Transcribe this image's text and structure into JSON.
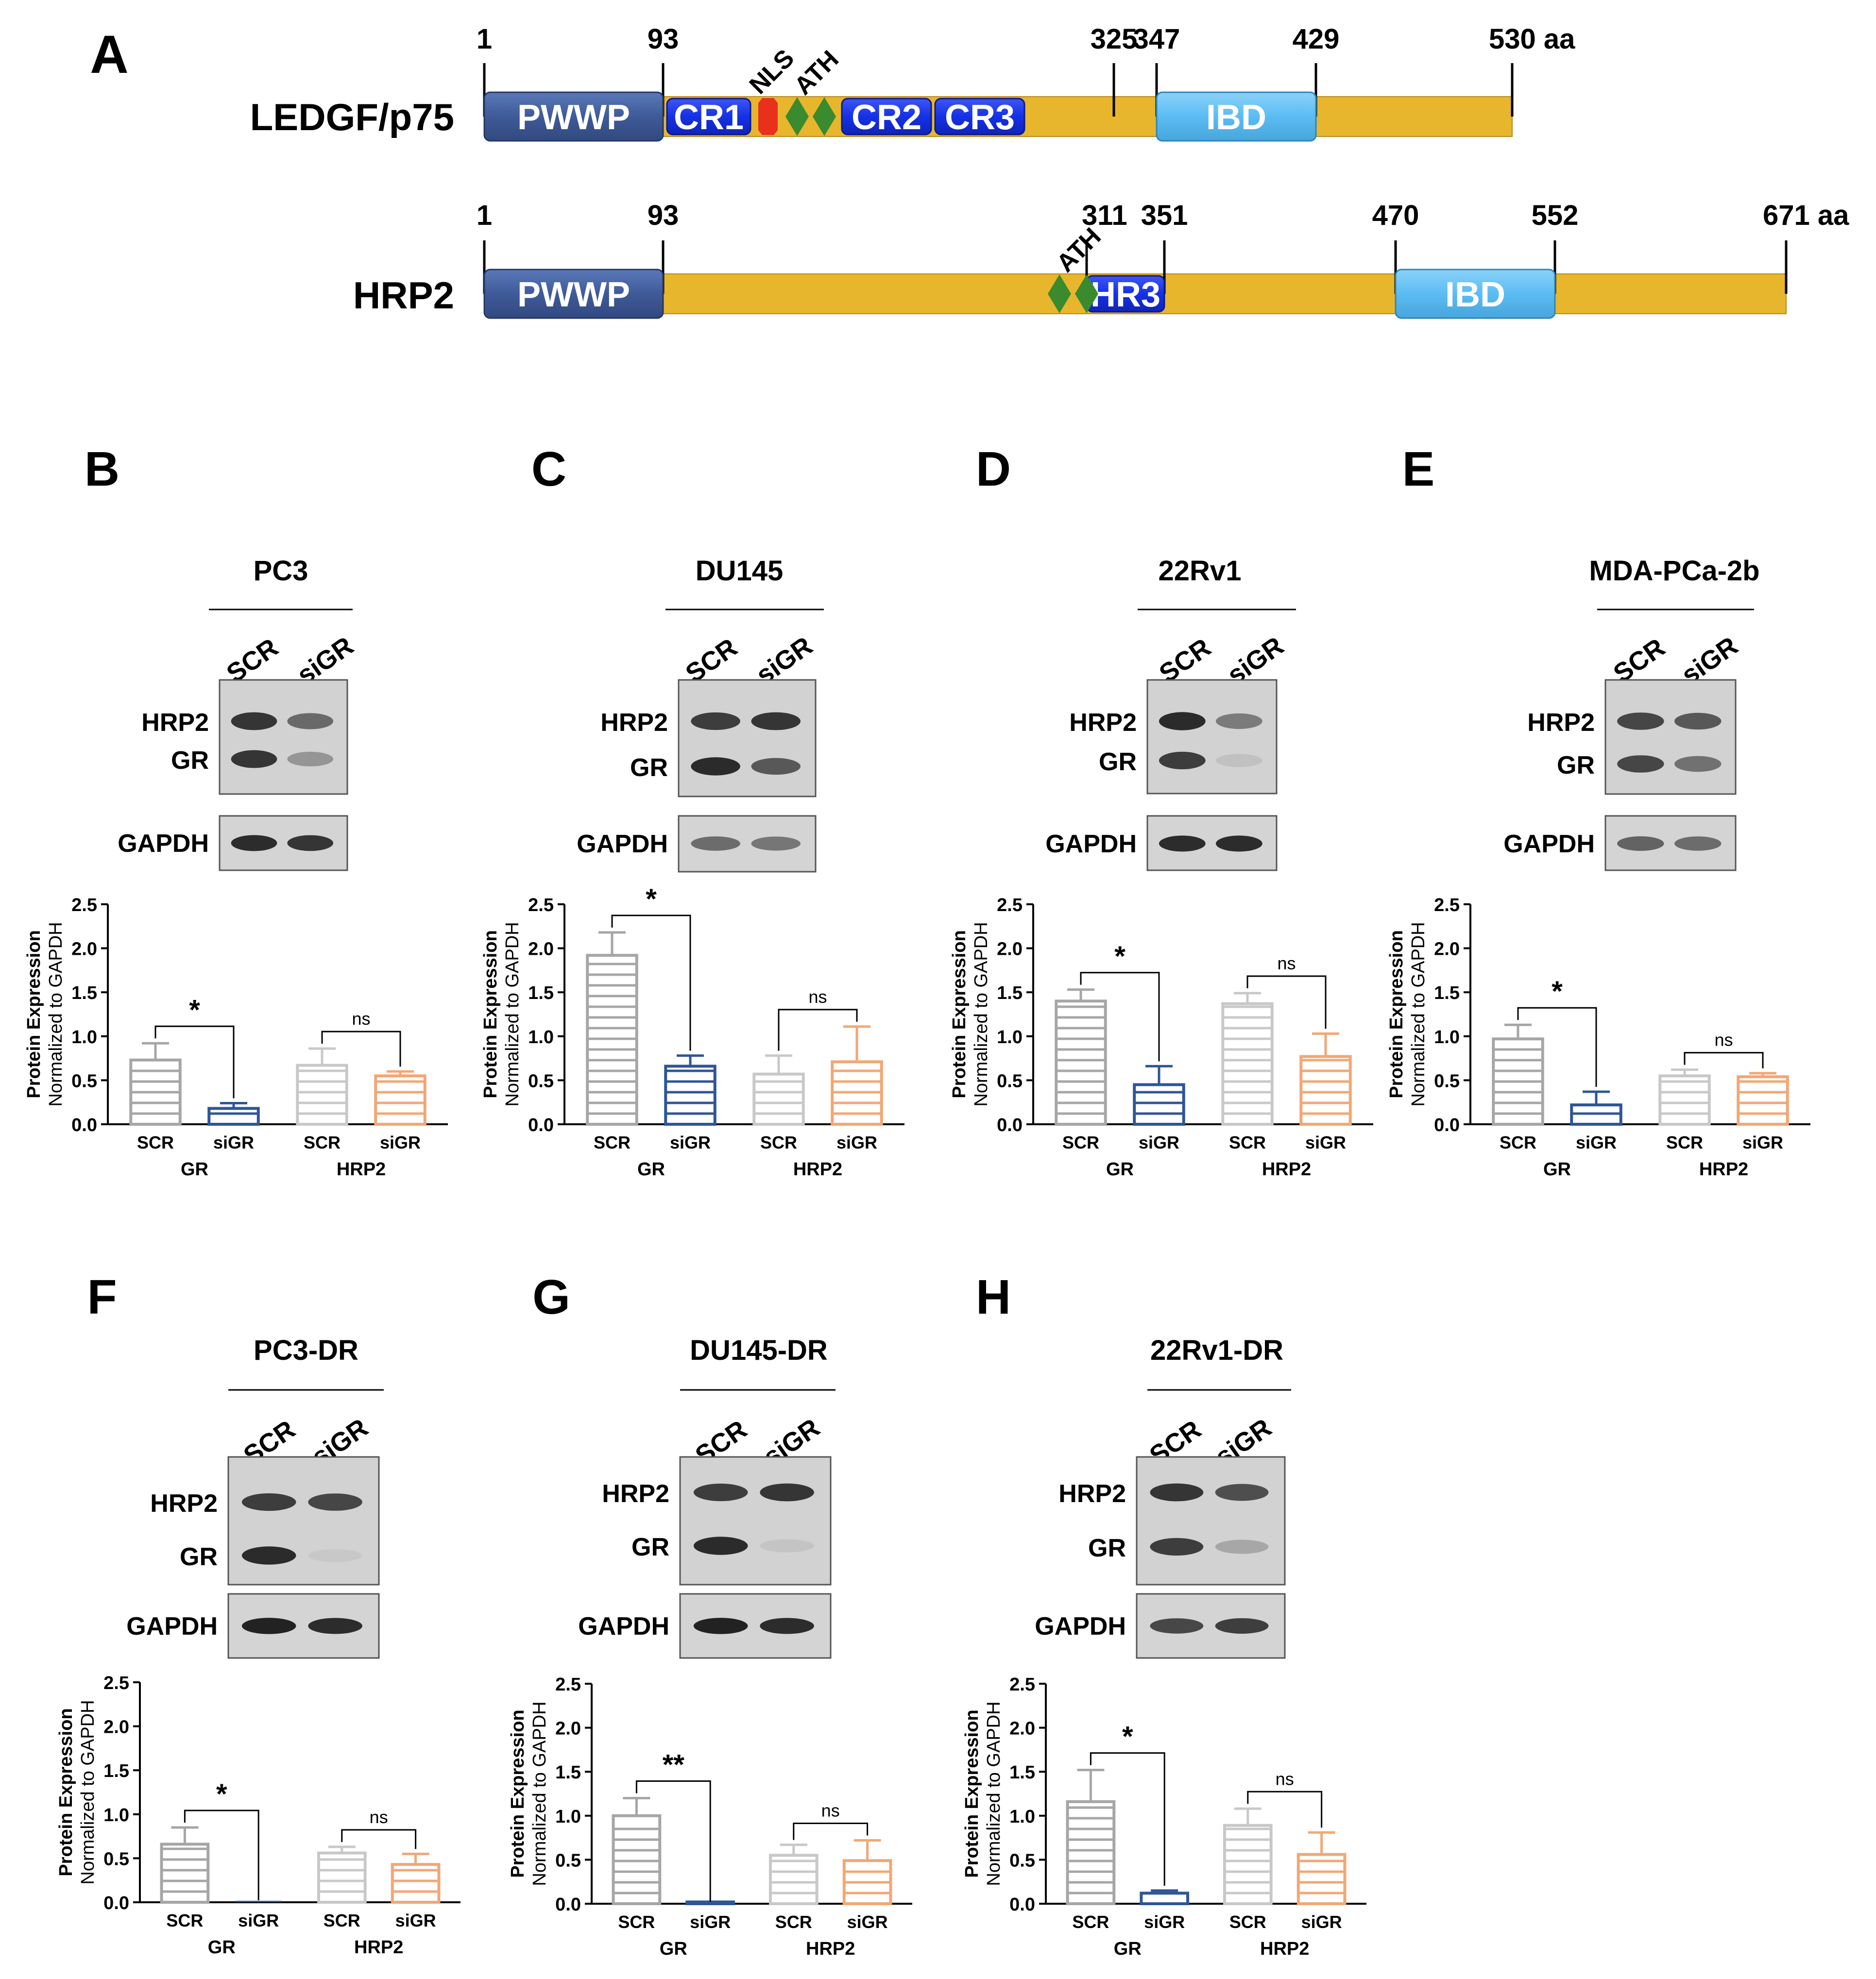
{
  "panel_a": {
    "letter": "A",
    "proteins": [
      {
        "name": "LEDGF/p75",
        "length": 530,
        "end_label": "530 aa",
        "positions": [
          {
            "label": "1",
            "aa": 1
          },
          {
            "label": "93",
            "aa": 93
          },
          {
            "label": "325",
            "aa": 325
          },
          {
            "label": "347",
            "aa": 347
          },
          {
            "label": "429",
            "aa": 429
          }
        ],
        "domains": [
          {
            "label": "PWWP",
            "start": 1,
            "end": 93,
            "kind": "pwwp"
          },
          {
            "label": "CR1",
            "start": 95,
            "end": 138,
            "kind": "cr"
          },
          {
            "label": "CR2",
            "start": 185,
            "end": 231,
            "kind": "cr"
          },
          {
            "label": "CR3",
            "start": 233,
            "end": 279,
            "kind": "cr"
          },
          {
            "label": "IBD",
            "start": 347,
            "end": 429,
            "kind": "ibd"
          }
        ],
        "motifs": [
          {
            "label": "NLS",
            "aa": 147,
            "kind": "nls"
          },
          {
            "label": "ATH",
            "aa": 162,
            "kind": "ath"
          }
        ]
      },
      {
        "name": "HRP2",
        "length": 671,
        "end_label": "671 aa",
        "positions": [
          {
            "label": "1",
            "aa": 1
          },
          {
            "label": "93",
            "aa": 93
          },
          {
            "label": "311",
            "aa": 311
          },
          {
            "label": "351",
            "aa": 351
          },
          {
            "label": "470",
            "aa": 470
          },
          {
            "label": "552",
            "aa": 552
          }
        ],
        "domains": [
          {
            "label": "PWWP",
            "start": 1,
            "end": 93,
            "kind": "pwwp"
          },
          {
            "label": "HR3",
            "start": 311,
            "end": 351,
            "kind": "cr"
          },
          {
            "label": "IBD",
            "start": 470,
            "end": 552,
            "kind": "ibd"
          }
        ],
        "motifs": [
          {
            "label": "ATH",
            "aa": 297,
            "kind": "ath"
          }
        ]
      }
    ],
    "colors": {
      "backbone": "#E8B62C",
      "pwwp": "#3F5A99",
      "cr": "#1531E6",
      "ibd": "#5BBCF4",
      "nls": "#E8301C",
      "ath": "#3A8A2E"
    }
  },
  "blots": {
    "lane_labels": [
      "SCR",
      "siGR"
    ],
    "band_labels": [
      "HRP2",
      "GR"
    ],
    "loading_label": "GAPDH"
  },
  "chart_data": [
    {
      "panel": "B",
      "cell_line": "PC3",
      "type": "bar",
      "categories": [
        "SCR",
        "siGR",
        "SCR",
        "siGR"
      ],
      "groups": [
        "GR",
        "HRP2"
      ],
      "values": [
        0.73,
        0.18,
        0.67,
        0.55
      ],
      "errors": [
        0.19,
        0.06,
        0.19,
        0.05
      ],
      "significance": [
        {
          "pair": [
            0,
            1
          ],
          "label": "*"
        },
        {
          "pair": [
            2,
            3
          ],
          "label": "ns"
        }
      ],
      "ylabel": [
        "Protein Expression",
        "Normalized to GAPDH"
      ],
      "ylim": [
        0,
        2.5
      ],
      "yticks": [
        "0.0",
        "0.5",
        "1.0",
        "1.5",
        "2.0",
        "2.5"
      ],
      "grid": false
    },
    {
      "panel": "C",
      "cell_line": "DU145",
      "type": "bar",
      "categories": [
        "SCR",
        "siGR",
        "SCR",
        "siGR"
      ],
      "groups": [
        "GR",
        "HRP2"
      ],
      "values": [
        1.92,
        0.66,
        0.57,
        0.71
      ],
      "errors": [
        0.26,
        0.12,
        0.21,
        0.4
      ],
      "significance": [
        {
          "pair": [
            0,
            1
          ],
          "label": "*"
        },
        {
          "pair": [
            2,
            3
          ],
          "label": "ns"
        }
      ],
      "ylabel": [
        "Protein Expression",
        "Normalized to GAPDH"
      ],
      "ylim": [
        0,
        2.5
      ],
      "yticks": [
        "0.0",
        "0.5",
        "1.0",
        "1.5",
        "2.0",
        "2.5"
      ],
      "grid": false
    },
    {
      "panel": "D",
      "cell_line": "22Rv1",
      "type": "bar",
      "categories": [
        "SCR",
        "siGR",
        "SCR",
        "siGR"
      ],
      "groups": [
        "GR",
        "HRP2"
      ],
      "values": [
        1.4,
        0.45,
        1.37,
        0.77
      ],
      "errors": [
        0.13,
        0.21,
        0.12,
        0.26
      ],
      "significance": [
        {
          "pair": [
            0,
            1
          ],
          "label": "*"
        },
        {
          "pair": [
            2,
            3
          ],
          "label": "ns"
        }
      ],
      "ylabel": [
        "Protein Expression",
        "Normalized to GAPDH"
      ],
      "ylim": [
        0,
        2.5
      ],
      "yticks": [
        "0.0",
        "0.5",
        "1.0",
        "1.5",
        "2.0",
        "2.5"
      ],
      "grid": false
    },
    {
      "panel": "E",
      "cell_line": "MDA-PCa-2b",
      "type": "bar",
      "categories": [
        "SCR",
        "siGR",
        "SCR",
        "siGR"
      ],
      "groups": [
        "GR",
        "HRP2"
      ],
      "values": [
        0.97,
        0.22,
        0.55,
        0.54
      ],
      "errors": [
        0.16,
        0.15,
        0.07,
        0.04
      ],
      "significance": [
        {
          "pair": [
            0,
            1
          ],
          "label": "*"
        },
        {
          "pair": [
            2,
            3
          ],
          "label": "ns"
        }
      ],
      "ylabel": [
        "Protein Expression",
        "Normalized to GAPDH"
      ],
      "ylim": [
        0,
        2.5
      ],
      "yticks": [
        "0.0",
        "0.5",
        "1.0",
        "1.5",
        "2.0",
        "2.5"
      ],
      "grid": false
    },
    {
      "panel": "F",
      "cell_line": "PC3-DR",
      "type": "bar",
      "categories": [
        "SCR",
        "siGR",
        "SCR",
        "siGR"
      ],
      "groups": [
        "GR",
        "HRP2"
      ],
      "values": [
        0.66,
        0.0,
        0.56,
        0.43
      ],
      "errors": [
        0.19,
        0.0,
        0.07,
        0.12
      ],
      "significance": [
        {
          "pair": [
            0,
            1
          ],
          "label": "*"
        },
        {
          "pair": [
            2,
            3
          ],
          "label": "ns"
        }
      ],
      "ylabel": [
        "Protein Expression",
        "Normalized to GAPDH"
      ],
      "ylim": [
        0,
        2.5
      ],
      "yticks": [
        "0.0",
        "0.5",
        "1.0",
        "1.5",
        "2.0",
        "2.5"
      ],
      "grid": false
    },
    {
      "panel": "G",
      "cell_line": "DU145-DR",
      "type": "bar",
      "categories": [
        "SCR",
        "siGR",
        "SCR",
        "siGR"
      ],
      "groups": [
        "GR",
        "HRP2"
      ],
      "values": [
        1.0,
        0.02,
        0.55,
        0.49
      ],
      "errors": [
        0.2,
        0.0,
        0.12,
        0.23
      ],
      "significance": [
        {
          "pair": [
            0,
            1
          ],
          "label": "**"
        },
        {
          "pair": [
            2,
            3
          ],
          "label": "ns"
        }
      ],
      "ylabel": [
        "Protein Expression",
        "Normalized to GAPDH"
      ],
      "ylim": [
        0,
        2.5
      ],
      "yticks": [
        "0.0",
        "0.5",
        "1.0",
        "1.5",
        "2.0",
        "2.5"
      ],
      "grid": false
    },
    {
      "panel": "H",
      "cell_line": "22Rv1-DR",
      "type": "bar",
      "categories": [
        "SCR",
        "siGR",
        "SCR",
        "siGR"
      ],
      "groups": [
        "GR",
        "HRP2"
      ],
      "values": [
        1.16,
        0.12,
        0.89,
        0.56
      ],
      "errors": [
        0.36,
        0.03,
        0.19,
        0.25
      ],
      "significance": [
        {
          "pair": [
            0,
            1
          ],
          "label": "*"
        },
        {
          "pair": [
            2,
            3
          ],
          "label": "ns"
        }
      ],
      "ylabel": [
        "Protein Expression",
        "Normalized to GAPDH"
      ],
      "ylim": [
        0,
        2.5
      ],
      "yticks": [
        "0.0",
        "0.5",
        "1.0",
        "1.5",
        "2.0",
        "2.5"
      ],
      "grid": false
    }
  ],
  "bar_colors": [
    "#A6A6A6",
    "#2F5597",
    "#C8C8C8",
    "#F2A775"
  ]
}
